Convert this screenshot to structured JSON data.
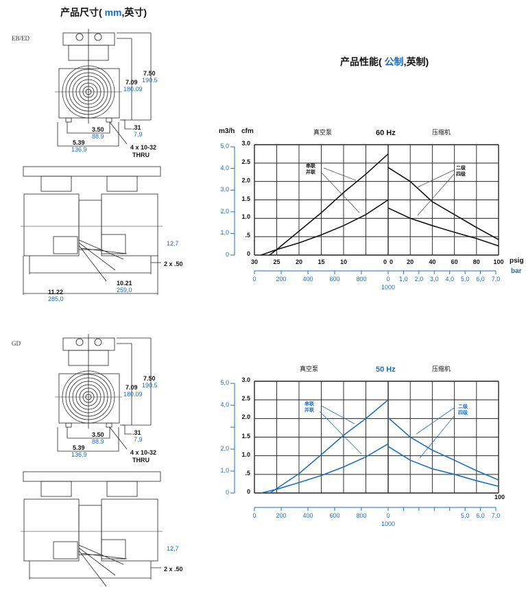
{
  "dimensions": {
    "title_prefix": "产品尺寸(",
    "title_unit": "mm",
    "title_suffix": ",英寸)",
    "models": [
      {
        "label": "EB/ED",
        "h_in": "7.50",
        "h_mm": "190.5",
        "h2_in": "7.09",
        "h2_mm": "180.09",
        "off_in": ".31",
        "off_mm": "7,9",
        "w1_in": "3.50",
        "w1_mm": "88.9",
        "w2_in": "5.39",
        "w2_mm": "136,9",
        "holes": "4 x 10-32",
        "holes2": "THRU",
        "foot_mm": "12,7",
        "foot_in": "2 x .50",
        "len1_in": "10.21",
        "len1_mm": "259,0",
        "len2_in": "11.22",
        "len2_mm": "285,0"
      },
      {
        "label": "GD",
        "h_in": "7.50",
        "h_mm": "190.5",
        "h2_in": "7.09",
        "h2_mm": "180.09",
        "off_in": ".31",
        "off_mm": "7,9",
        "w1_in": "3.50",
        "w1_mm": "88.9",
        "w2_in": "5.39",
        "w2_mm": "136,9",
        "holes": "4 x 10-32",
        "holes2": "THRU",
        "foot_mm": "12,7",
        "foot_in": "2 x .50"
      }
    ]
  },
  "performance": {
    "title_prefix": "产品性能(",
    "title_metric": "公制",
    "title_suffix": ",英制)"
  },
  "colors": {
    "blue": "#1a6fc0",
    "black": "#111111"
  },
  "chart_data": [
    {
      "type": "line",
      "title": "60 Hz",
      "color": "#111111",
      "left_label": "真空泵",
      "right_label": "压缩机",
      "ylabel": "cfm",
      "ylabel2": "m3/h",
      "ylim": [
        0,
        3
      ],
      "yticks": [
        "0",
        ".5",
        "1.0",
        "1.5",
        "2.0",
        "2.5",
        "3.0"
      ],
      "y2ticks": [
        {
          "v": 0,
          "l": "0"
        },
        {
          "v": 1,
          "l": "1,0"
        },
        {
          "v": 2,
          "l": "2,0"
        },
        {
          "v": 3,
          "l": "3,0"
        },
        {
          "v": 4,
          "l": "4,0"
        },
        {
          "v": 5,
          "l": "5,0"
        }
      ],
      "vac_ticks": [
        "30",
        "25",
        "20",
        "15",
        "10",
        "",
        "0"
      ],
      "psig_ticks": [
        "0",
        "20",
        "40",
        "60",
        "80",
        "100"
      ],
      "psig_label": "psig",
      "mbar_ticks": [
        "0",
        "200",
        "400",
        "600",
        "800"
      ],
      "mbar_end": "1000",
      "bar_ticks": [
        "0",
        "1,0",
        "2,0",
        "3,0",
        "4,0",
        "5,0",
        "6,0",
        "7,0"
      ],
      "bar_label": "bar",
      "vac_label_a": "串联",
      "vac_label_b": "并联",
      "cmp_label_a": "二级",
      "cmp_label_b": "四级",
      "series": [
        {
          "name": "串联",
          "side": "vacuum",
          "x_inHg": [
            26.6,
            25,
            20,
            15,
            10,
            5,
            0
          ],
          "y": [
            0,
            0.15,
            0.65,
            1.15,
            1.7,
            2.2,
            2.75
          ]
        },
        {
          "name": "并联",
          "side": "vacuum",
          "x_inHg": [
            28.5,
            25,
            20,
            15,
            10,
            5,
            0
          ],
          "y": [
            0,
            0.15,
            0.33,
            0.55,
            0.8,
            1.1,
            1.5
          ]
        },
        {
          "name": "二级",
          "side": "compressor",
          "x_psig": [
            0,
            20,
            40,
            60,
            80,
            100
          ],
          "y": [
            2.38,
            2.0,
            1.45,
            1.1,
            0.75,
            0.42
          ]
        },
        {
          "name": "四级",
          "side": "compressor",
          "x_psig": [
            0,
            20,
            40,
            60,
            80,
            100
          ],
          "y": [
            1.28,
            1.0,
            0.8,
            0.62,
            0.45,
            0.25
          ]
        }
      ]
    },
    {
      "type": "line",
      "title": "50 Hz",
      "color": "#1a6fc0",
      "left_label": "真空泵",
      "right_label": "压缩机",
      "ylabel": "",
      "ylabel2": "",
      "ylim": [
        0,
        3
      ],
      "yticks": [
        "0",
        ".5",
        "1.0",
        "1.5",
        "2.0",
        "2.5",
        "3.0"
      ],
      "y2ticks": [
        {
          "v": 0,
          "l": "0"
        },
        {
          "v": 1,
          "l": "1,0"
        },
        {
          "v": 2,
          "l": "2,0"
        },
        {
          "v": 3,
          "l": ""
        },
        {
          "v": 4,
          "l": "4,0"
        },
        {
          "v": 5,
          "l": "5,0"
        }
      ],
      "psig_end": "100",
      "mbar_ticks": [
        "0",
        "200",
        "400",
        "600",
        "800"
      ],
      "mbar_end": "1000",
      "bar_ticks": [
        "0",
        "",
        "",
        "",
        "",
        "5,0",
        "6,0",
        "7,0"
      ],
      "vac_label_a": "串联",
      "vac_label_b": "并联",
      "cmp_label_a": "二级",
      "cmp_label_b": "四级",
      "series": [
        {
          "name": "串联",
          "side": "vacuum",
          "x_inHg": [
            26.5,
            25,
            20,
            15,
            10,
            5,
            0
          ],
          "y": [
            0,
            0.12,
            0.52,
            1.03,
            1.55,
            2.0,
            2.5
          ]
        },
        {
          "name": "并联",
          "side": "vacuum",
          "x_inHg": [
            28.5,
            25,
            20,
            15,
            10,
            5,
            0
          ],
          "y": [
            0,
            0.1,
            0.28,
            0.47,
            0.7,
            0.97,
            1.32
          ]
        },
        {
          "name": "二级",
          "side": "compressor",
          "x_psig": [
            0,
            20,
            40,
            60,
            80,
            100
          ],
          "y": [
            2.02,
            1.5,
            1.15,
            0.88,
            0.6,
            0.35
          ]
        },
        {
          "name": "四级",
          "side": "compressor",
          "x_psig": [
            0,
            20,
            40,
            60,
            80,
            100
          ],
          "y": [
            1.25,
            0.88,
            0.65,
            0.5,
            0.33,
            0.18
          ]
        }
      ]
    }
  ]
}
